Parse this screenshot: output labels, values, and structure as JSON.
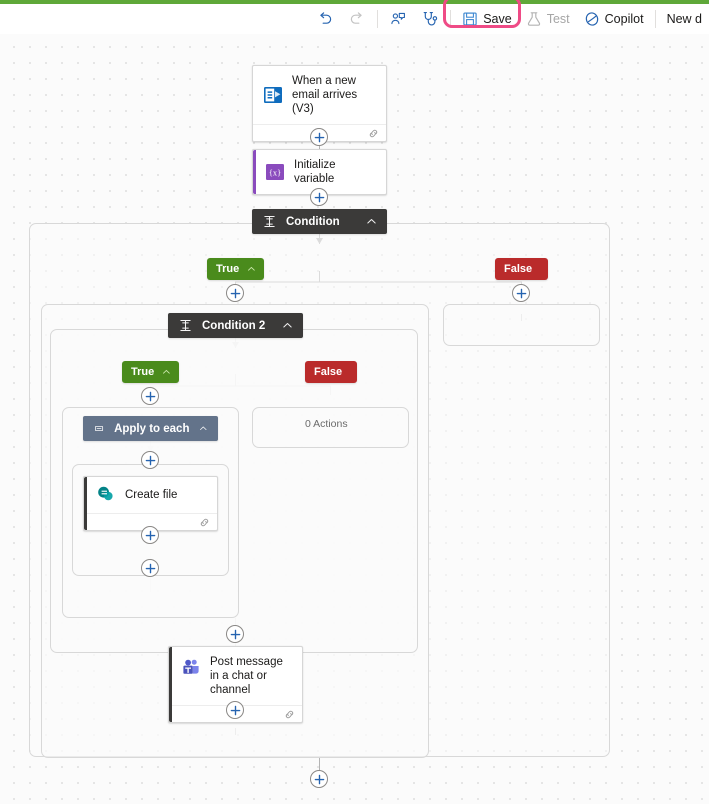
{
  "toolbar": {
    "items": [
      {
        "name": "undo",
        "label": "",
        "icon": "undo-icon",
        "disabled": false
      },
      {
        "name": "redo",
        "label": "",
        "icon": "redo-icon",
        "disabled": true
      },
      {
        "name": "comments",
        "label": "",
        "icon": "comment-person-icon",
        "disabled": false
      },
      {
        "name": "checker",
        "label": "",
        "icon": "stethoscope-icon",
        "disabled": false
      }
    ],
    "save_label": "Save",
    "save_icon": "save-floppy-icon",
    "test_label": "Test",
    "test_icon": "beaker-icon",
    "copilot_label": "Copilot",
    "copilot_icon": "copilot-icon",
    "new_label": "New d",
    "highlight_color": "#ef4b86",
    "accent_color": "#2563b0"
  },
  "flow": {
    "trigger": {
      "title": "When a new email arrives (V3)",
      "icon": "outlook-icon",
      "icon_color": "#0f6cbd",
      "has_link_badge": true
    },
    "initialize_variable": {
      "title": "Initialize variable",
      "icon": "variable-icon",
      "icon_color": "#8a4bbd",
      "accent_color": "#8a4bbd"
    },
    "condition": {
      "title": "Condition",
      "icon": "condition-icon",
      "color": "#3b3a39",
      "chevron": "chevron-up-icon",
      "true_label": "True",
      "false_label": "False",
      "true_color": "#4a8b1c",
      "false_color": "#ba2b2b"
    },
    "condition2": {
      "title": "Condition 2",
      "icon": "condition-icon",
      "color": "#3b3a39",
      "chevron": "chevron-up-icon",
      "true_label": "True",
      "false_label": "False",
      "false_actions_note": "0 Actions"
    },
    "apply_to_each": {
      "title": "Apply to each",
      "icon": "foreach-icon",
      "color": "#63738a",
      "chevron": "chevron-up-icon"
    },
    "create_file": {
      "title": "Create file",
      "icon": "sharepoint-icon",
      "icon_color": "#038387",
      "has_link_badge": true
    },
    "post_message": {
      "title": "Post message in a chat or channel",
      "icon": "teams-icon",
      "icon_color": "#5059c9",
      "has_link_badge": true
    },
    "add_step_label": "+"
  }
}
